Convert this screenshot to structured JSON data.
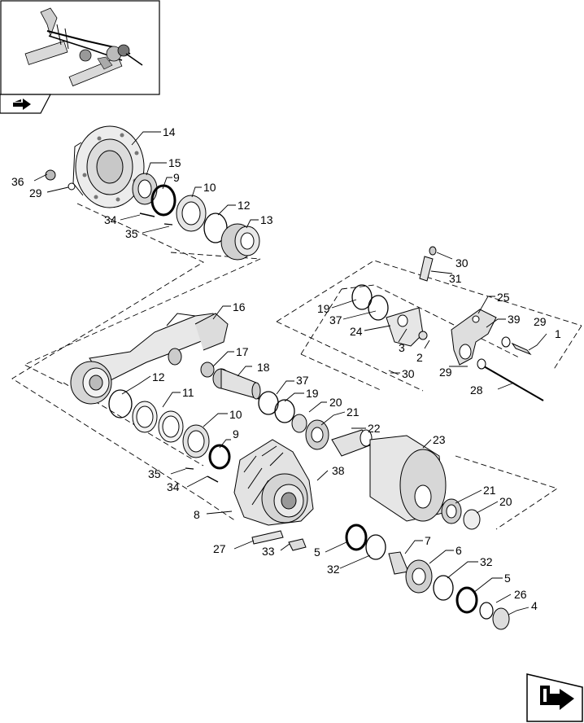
{
  "diagram": {
    "callouts": [
      "14",
      "15",
      "9",
      "10",
      "12",
      "13",
      "36",
      "29",
      "34",
      "35",
      "30",
      "31",
      "19",
      "37",
      "24",
      "25",
      "39",
      "29",
      "1",
      "3",
      "2",
      "30",
      "29",
      "28",
      "16",
      "17",
      "18",
      "12",
      "11",
      "10",
      "9",
      "37",
      "19",
      "20",
      "21",
      "22",
      "23",
      "35",
      "34",
      "8",
      "38",
      "21",
      "20",
      "27",
      "33",
      "5",
      "32",
      "7",
      "6",
      "32",
      "5",
      "26",
      "4"
    ]
  },
  "icons": {
    "thumbnail": "machine-overview-thumbnail",
    "prev": "previous-page-arrow-icon",
    "next": "next-page-arrow-icon"
  }
}
